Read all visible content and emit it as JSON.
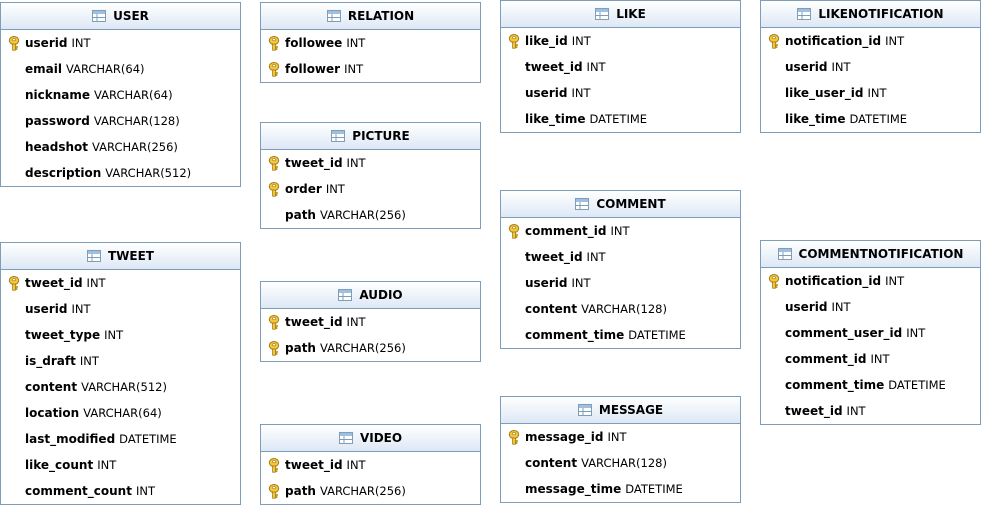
{
  "tables": [
    {
      "name": "USER",
      "columns": [
        {
          "name": "userid",
          "type": "INT",
          "key": true
        },
        {
          "name": "email",
          "type": "VARCHAR(64)",
          "key": false
        },
        {
          "name": "nickname",
          "type": "VARCHAR(64)",
          "key": false
        },
        {
          "name": "password",
          "type": "VARCHAR(128)",
          "key": false
        },
        {
          "name": "headshot",
          "type": "VARCHAR(256)",
          "key": false
        },
        {
          "name": "description",
          "type": "VARCHAR(512)",
          "key": false
        }
      ]
    },
    {
      "name": "TWEET",
      "columns": [
        {
          "name": "tweet_id",
          "type": "INT",
          "key": true
        },
        {
          "name": "userid",
          "type": "INT",
          "key": false
        },
        {
          "name": "tweet_type",
          "type": "INT",
          "key": false
        },
        {
          "name": "is_draft",
          "type": "INT",
          "key": false
        },
        {
          "name": "content",
          "type": "VARCHAR(512)",
          "key": false
        },
        {
          "name": "location",
          "type": "VARCHAR(64)",
          "key": false
        },
        {
          "name": "last_modified",
          "type": "DATETIME",
          "key": false
        },
        {
          "name": "like_count",
          "type": "INT",
          "key": false
        },
        {
          "name": "comment_count",
          "type": "INT",
          "key": false
        }
      ]
    },
    {
      "name": "RELATION",
      "columns": [
        {
          "name": "followee",
          "type": "INT",
          "key": true
        },
        {
          "name": "follower",
          "type": "INT",
          "key": true
        }
      ]
    },
    {
      "name": "PICTURE",
      "columns": [
        {
          "name": "tweet_id",
          "type": "INT",
          "key": true
        },
        {
          "name": "order",
          "type": "INT",
          "key": true
        },
        {
          "name": "path",
          "type": "VARCHAR(256)",
          "key": false
        }
      ]
    },
    {
      "name": "AUDIO",
      "columns": [
        {
          "name": "tweet_id",
          "type": "INT",
          "key": true
        },
        {
          "name": "path",
          "type": "VARCHAR(256)",
          "key": true
        }
      ]
    },
    {
      "name": "VIDEO",
      "columns": [
        {
          "name": "tweet_id",
          "type": "INT",
          "key": true
        },
        {
          "name": "path",
          "type": "VARCHAR(256)",
          "key": true
        }
      ]
    },
    {
      "name": "LIKE",
      "columns": [
        {
          "name": "like_id",
          "type": "INT",
          "key": true
        },
        {
          "name": "tweet_id",
          "type": "INT",
          "key": false
        },
        {
          "name": "userid",
          "type": "INT",
          "key": false
        },
        {
          "name": "like_time",
          "type": "DATETIME",
          "key": false
        }
      ]
    },
    {
      "name": "COMMENT",
      "columns": [
        {
          "name": "comment_id",
          "type": "INT",
          "key": true
        },
        {
          "name": "tweet_id",
          "type": "INT",
          "key": false
        },
        {
          "name": "userid",
          "type": "INT",
          "key": false
        },
        {
          "name": "content",
          "type": "VARCHAR(128)",
          "key": false
        },
        {
          "name": "comment_time",
          "type": "DATETIME",
          "key": false
        }
      ]
    },
    {
      "name": "MESSAGE",
      "columns": [
        {
          "name": "message_id",
          "type": "INT",
          "key": true
        },
        {
          "name": "content",
          "type": "VARCHAR(128)",
          "key": false
        },
        {
          "name": "message_time",
          "type": "DATETIME",
          "key": false
        }
      ]
    },
    {
      "name": "LIKENOTIFICATION",
      "columns": [
        {
          "name": "notification_id",
          "type": "INT",
          "key": true
        },
        {
          "name": "userid",
          "type": "INT",
          "key": false
        },
        {
          "name": "like_user_id",
          "type": "INT",
          "key": false
        },
        {
          "name": "like_time",
          "type": "DATETIME",
          "key": false
        }
      ]
    },
    {
      "name": "COMMENTNOTIFICATION",
      "columns": [
        {
          "name": "notification_id",
          "type": "INT",
          "key": true
        },
        {
          "name": "userid",
          "type": "INT",
          "key": false
        },
        {
          "name": "comment_user_id",
          "type": "INT",
          "key": false
        },
        {
          "name": "comment_id",
          "type": "INT",
          "key": false
        },
        {
          "name": "comment_time",
          "type": "DATETIME",
          "key": false
        },
        {
          "name": "tweet_id",
          "type": "INT",
          "key": false
        }
      ]
    }
  ]
}
